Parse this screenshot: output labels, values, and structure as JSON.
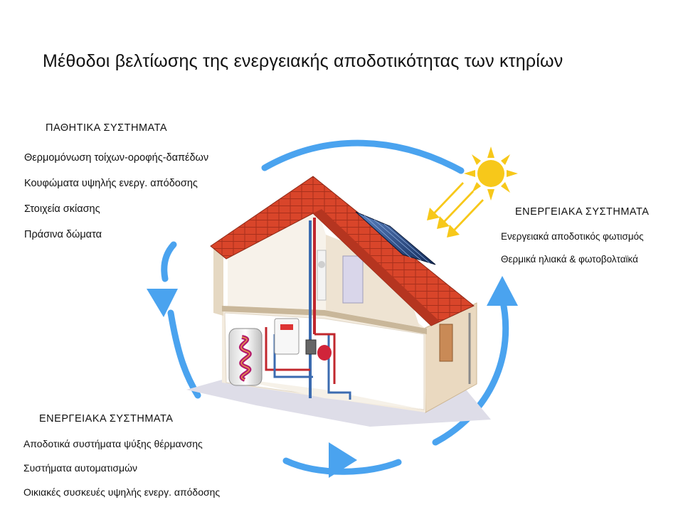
{
  "title": "Μέθοδοι βελτίωσης της ενεργειακής αποδοτικότητας των κτηρίων",
  "passive_systems": {
    "heading": "ΠΑΘΗΤΙΚΑ ΣΥΣΤΗΜΑΤΑ",
    "items": [
      "Θερμομόνωση τοίχων-οροφής-δαπέδων",
      "Κουφώματα υψηλής ενεργ. απόδοσης",
      "Στοιχεία σκίασης",
      "Πράσινα δώματα"
    ]
  },
  "renewable_systems": {
    "heading": "ΕΝΕΡΓΕΙΑΚΑ ΣΥΣΤΗΜΑΤΑ",
    "items": [
      "Ενεργειακά αποδοτικός φωτισμός",
      "Θερμικά ηλιακά & φωτοβολταϊκά"
    ]
  },
  "active_systems": {
    "heading": "ΕΝΕΡΓΕΙΑΚΑ ΣΥΣΤΗΜΑΤΑ",
    "items": [
      "Αποδοτικά συστήματα ψύξης θέρμανσης",
      "Συστήματα αυτοματισμών",
      "Οικιακές συσκευές υψηλής ενεργ. απόδοσης"
    ]
  },
  "colors": {
    "cycle_arrow": "#4aa3ef",
    "roof": "#d9452a",
    "sun": "#f7c81a",
    "wall": "#f4ecdf",
    "solar_panel": "#1d3f7a"
  }
}
